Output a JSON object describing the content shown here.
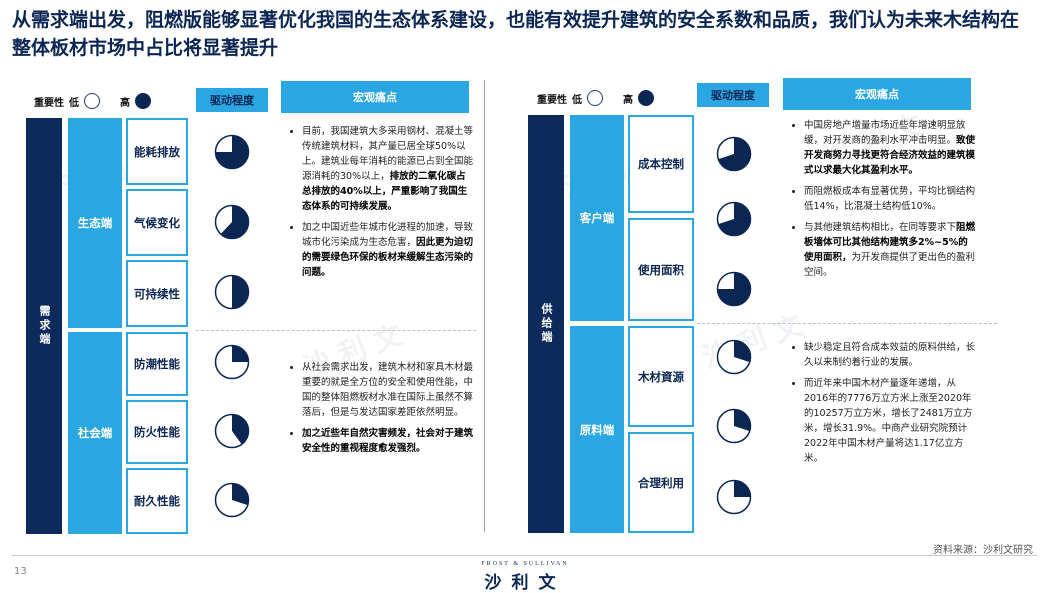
{
  "title": "从需求端出发，阻燃版能够显著优化我国的生态体系建设，也能有效提升建筑的安全系数和品质，我们认为未来木结构在整体板材市场中占比将显著提升",
  "legend": {
    "label": "重要性",
    "low": "低",
    "high": "高"
  },
  "headers": {
    "drive": "驱动程度",
    "pain": "宏观痛点"
  },
  "left": {
    "side_label": "需求端",
    "groups": [
      {
        "label": "生态端",
        "items": [
          {
            "label": "能耗排放",
            "level": 0.75
          },
          {
            "label": "气候变化",
            "level": 0.62
          },
          {
            "label": "可持续性",
            "level": 0.5
          }
        ]
      },
      {
        "label": "社会端",
        "items": [
          {
            "label": "防潮性能",
            "level": 0.25
          },
          {
            "label": "防火性能",
            "level": 0.4
          },
          {
            "label": "耐久性能",
            "level": 0.3
          }
        ]
      }
    ],
    "pain1": [
      {
        "text": "目前，我国建筑大多采用钢材、混凝土等传统建筑材料，其产量已居全球50%以上。建筑业每年消耗的能源已占到全国能源消耗的30%以上，",
        "bold": "排放的二氧化碳占总排放的40%以上，严重影响了我国生态体系的可持续发展。"
      },
      {
        "text": "加之中国近些年城市化进程的加速，导致城市化污染成为生态危害，",
        "bold": "因此更为迫切的需要绿色环保的板材来缓解生态污染的问题。"
      }
    ],
    "pain2": [
      {
        "text": "从社会需求出发，建筑木材和家具木材最重要的就是全方位的安全和使用性能，中国的整体阻燃板材水准在国际上虽然不算落后，但是与发达国家差距依然明显。",
        "bold": ""
      },
      {
        "text": "",
        "bold": "加之近些年自然灾害频发，社会对于建筑安全性的重视程度愈发强烈。"
      }
    ]
  },
  "right": {
    "side_label": "供给端",
    "groups": [
      {
        "label": "客户端",
        "items": [
          {
            "label": "成本控制",
            "level": 0.7
          },
          {
            "label": "使用面积",
            "level": 0.75
          }
        ]
      },
      {
        "label": "原料端",
        "items": [
          {
            "label": "木材資源",
            "level": 0.3
          },
          {
            "label": "合理利用",
            "level": 0.25
          }
        ]
      }
    ],
    "pain1": [
      {
        "text": "中国房地产增量市场近些年增速明显放缓，对开发商的盈利水平冲击明显。",
        "bold": "致使开发商努力寻找更符合经济效益的建筑模式以求最大化其盈利水平。"
      },
      {
        "text": "而阻燃板成本有显著优势，平均比钢结构低14%，比混凝土结构低10%。",
        "bold": ""
      },
      {
        "text": "与其他建筑结构相比，在同等要求下",
        "bold": "阻燃板墙体可比其他结构建筑多2%~5%的使用面积，",
        "tail": "为开发商提供了更出色的盈利空间。"
      }
    ],
    "pain2": [
      {
        "text": "缺少稳定且符合成本效益的原料供给，长久以来制约着行业的发展。",
        "bold": ""
      },
      {
        "text": "而近年来中国木材产量逐年递增，从2016年的7776万立方米上涨至2020年的10257万立方米，增长了2481万立方米，增长31.9%。中商产业研究院预计2022年中国木材产量将达1.17亿立方米。",
        "bold": ""
      }
    ]
  },
  "footer": {
    "source": "资料来源：沙利文研究",
    "page": "13",
    "logo_top": "FROST & SULLIVAN",
    "logo_bottom": "沙利文"
  },
  "watermark": "沙 利 文",
  "colors": {
    "navy": "#0b2653",
    "blue": "#2aa7e3"
  }
}
